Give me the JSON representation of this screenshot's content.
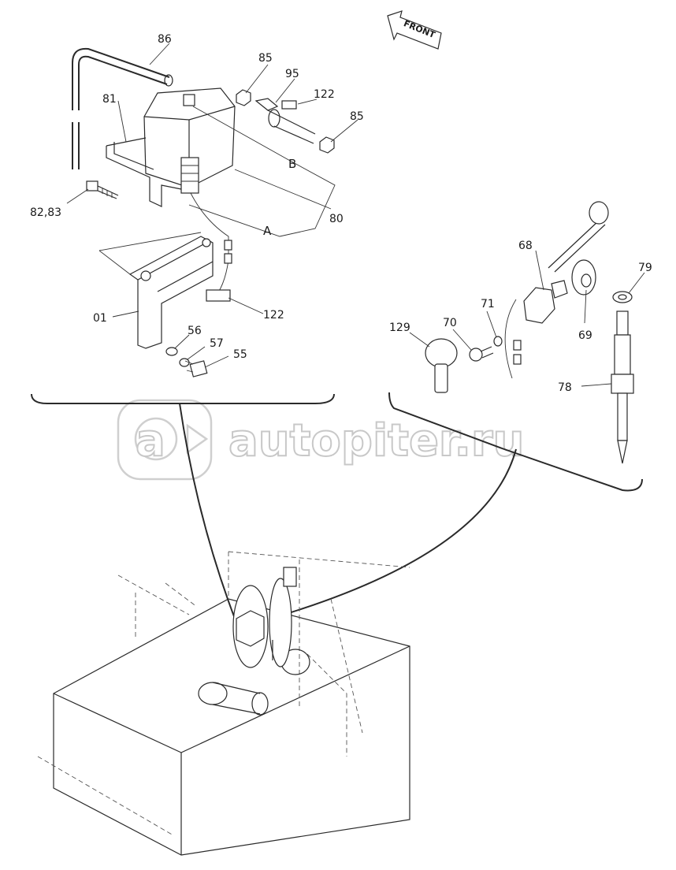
{
  "front_marker": "FRONT",
  "watermark": {
    "logo_letter": "a",
    "text": "autopiter.ru"
  },
  "labels": {
    "p86": "86",
    "p85a": "85",
    "p95": "95",
    "p122a": "122",
    "p85b": "85",
    "p81": "81",
    "pB": "B",
    "p80": "80",
    "p8283": "82,83",
    "pA": "A",
    "p01": "01",
    "p122b": "122",
    "p56": "56",
    "p57": "57",
    "p55": "55",
    "p68": "68",
    "p79": "79",
    "p71": "71",
    "p70": "70",
    "p129": "129",
    "p69": "69",
    "p78": "78"
  }
}
